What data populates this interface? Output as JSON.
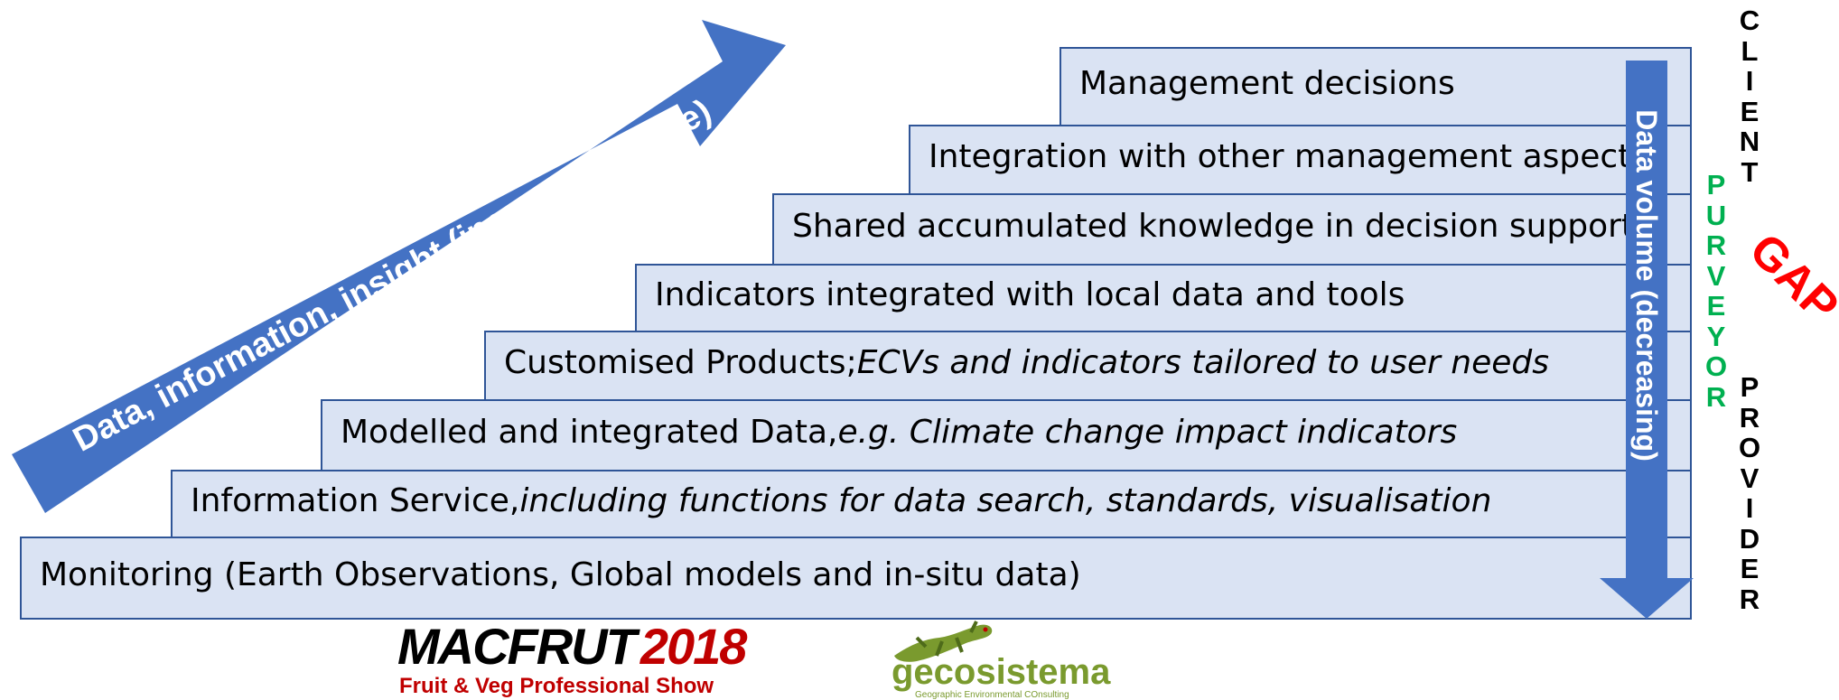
{
  "steps": [
    {
      "text": "Management decisions",
      "italic": ""
    },
    {
      "text": "Integration with other management aspects",
      "italic": ""
    },
    {
      "text": "Shared accumulated knowledge in decision support",
      "italic": ""
    },
    {
      "text": "Indicators integrated with local data and tools",
      "italic": ""
    },
    {
      "text": "Customised Products; ",
      "italic": "ECVs and indicators tailored to user needs"
    },
    {
      "text": "Modelled and integrated Data, ",
      "italic": "e.g. Climate change impact indicators"
    },
    {
      "text": "Information Service, ",
      "italic": "including functions for data search, standards, visualisation"
    },
    {
      "text": "Monitoring (Earth Observations, Global models and in-situ data)",
      "italic": ""
    }
  ],
  "rising_arrow": {
    "label": "Data, information, insight (increasing value)",
    "color": "#4472c4"
  },
  "falling_arrow": {
    "label": "Data volume (decreasing)",
    "color": "#4472c4"
  },
  "client": {
    "letters": [
      "C",
      "L",
      "I",
      "E",
      "N",
      "T"
    ]
  },
  "purveyor": {
    "letters": [
      "P",
      "U",
      "R",
      "V",
      "E",
      "Y",
      "O",
      "R"
    ],
    "color": "#00b050"
  },
  "provider": {
    "letters": [
      "P",
      "R",
      "O",
      "V",
      "I",
      "D",
      "E",
      "R"
    ]
  },
  "gap": {
    "label": "GAP",
    "color": "#ff0000"
  },
  "logos": {
    "macfrut": {
      "name": "MACFRUT",
      "year": "2018",
      "tagline": "Fruit & Veg Professional Show",
      "year_color": "#c00000"
    },
    "gecosistema": {
      "name": "gecosistema",
      "tagline": "Geographic Environmental COnsulting"
    }
  }
}
